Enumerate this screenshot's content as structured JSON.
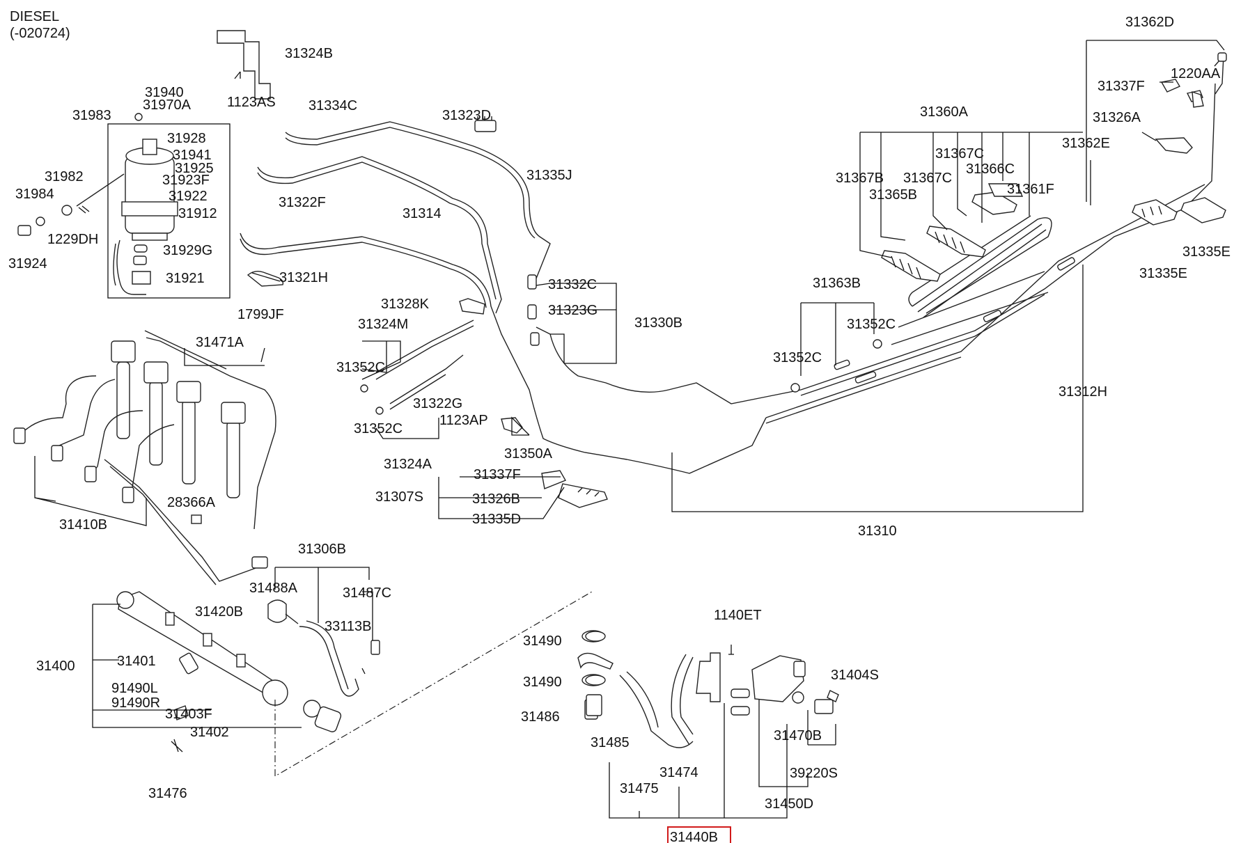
{
  "header": {
    "line1": "DIESEL",
    "line2": "(-020724)"
  },
  "highlight_part": "31440B",
  "labels": [
    {
      "id": "p31324B",
      "text": "31324B"
    },
    {
      "id": "p1123AS",
      "text": "1123AS"
    },
    {
      "id": "p31940",
      "text": "31940"
    },
    {
      "id": "p31970A",
      "text": "31970A"
    },
    {
      "id": "p31983",
      "text": "31983"
    },
    {
      "id": "p31928",
      "text": "31928"
    },
    {
      "id": "p31941",
      "text": "31941"
    },
    {
      "id": "p31925",
      "text": "31925"
    },
    {
      "id": "p31923F",
      "text": "31923F"
    },
    {
      "id": "p31922",
      "text": "31922"
    },
    {
      "id": "p31912",
      "text": "31912"
    },
    {
      "id": "p31982",
      "text": "31982"
    },
    {
      "id": "p31984",
      "text": "31984"
    },
    {
      "id": "p1229DH",
      "text": "1229DH"
    },
    {
      "id": "p31924",
      "text": "31924"
    },
    {
      "id": "p31929G",
      "text": "31929G"
    },
    {
      "id": "p31921",
      "text": "31921"
    },
    {
      "id": "p31334C",
      "text": "31334C"
    },
    {
      "id": "p31323D",
      "text": "31323D"
    },
    {
      "id": "p31335J",
      "text": "31335J"
    },
    {
      "id": "p31322F",
      "text": "31322F"
    },
    {
      "id": "p31314",
      "text": "31314"
    },
    {
      "id": "p31321H",
      "text": "31321H"
    },
    {
      "id": "p1799JF",
      "text": "1799JF"
    },
    {
      "id": "p31332C",
      "text": "31332C"
    },
    {
      "id": "p31328K",
      "text": "31328K"
    },
    {
      "id": "p31323G",
      "text": "31323G"
    },
    {
      "id": "p31330B",
      "text": "31330B"
    },
    {
      "id": "p31324M",
      "text": "31324M"
    },
    {
      "id": "p31352C_a",
      "text": "31352C"
    },
    {
      "id": "p31322G",
      "text": "31322G"
    },
    {
      "id": "p1123AP",
      "text": "1123AP"
    },
    {
      "id": "p31352C_b",
      "text": "31352C"
    },
    {
      "id": "p31350A",
      "text": "31350A"
    },
    {
      "id": "p31324A",
      "text": "31324A"
    },
    {
      "id": "p31337F_a",
      "text": "31337F"
    },
    {
      "id": "p31307S",
      "text": "31307S"
    },
    {
      "id": "p31326B",
      "text": "31326B"
    },
    {
      "id": "p31335D",
      "text": "31335D"
    },
    {
      "id": "p31471A",
      "text": "31471A"
    },
    {
      "id": "p28366A",
      "text": "28366A"
    },
    {
      "id": "p31410B",
      "text": "31410B"
    },
    {
      "id": "p31420B",
      "text": "31420B"
    },
    {
      "id": "p31306B",
      "text": "31306B"
    },
    {
      "id": "p31488A",
      "text": "31488A"
    },
    {
      "id": "p31487C",
      "text": "31487C"
    },
    {
      "id": "p33113B",
      "text": "33113B"
    },
    {
      "id": "p31400",
      "text": "31400"
    },
    {
      "id": "p31401",
      "text": "31401"
    },
    {
      "id": "p91490L",
      "text": "91490L"
    },
    {
      "id": "p91490R",
      "text": "91490R"
    },
    {
      "id": "p31403F",
      "text": "31403F"
    },
    {
      "id": "p31402",
      "text": "31402"
    },
    {
      "id": "p31476",
      "text": "31476"
    },
    {
      "id": "p31490_a",
      "text": "31490"
    },
    {
      "id": "p31490_b",
      "text": "31490"
    },
    {
      "id": "p31486",
      "text": "31486"
    },
    {
      "id": "p31485",
      "text": "31485"
    },
    {
      "id": "p31475",
      "text": "31475"
    },
    {
      "id": "p31474",
      "text": "31474"
    },
    {
      "id": "p1140ET",
      "text": "1140ET"
    },
    {
      "id": "p31404S",
      "text": "31404S"
    },
    {
      "id": "p31470B",
      "text": "31470B"
    },
    {
      "id": "p39220S",
      "text": "39220S"
    },
    {
      "id": "p31450D",
      "text": "31450D"
    },
    {
      "id": "p31440B",
      "text": "31440B"
    },
    {
      "id": "p31362D",
      "text": "31362D"
    },
    {
      "id": "p1220AA",
      "text": "1220AA"
    },
    {
      "id": "p31337F_b",
      "text": "31337F"
    },
    {
      "id": "p31326A",
      "text": "31326A"
    },
    {
      "id": "p31362E",
      "text": "31362E"
    },
    {
      "id": "p31360A",
      "text": "31360A"
    },
    {
      "id": "p31367C_a",
      "text": "31367C"
    },
    {
      "id": "p31367B",
      "text": "31367B"
    },
    {
      "id": "p31367C_b",
      "text": "31367C"
    },
    {
      "id": "p31366C",
      "text": "31366C"
    },
    {
      "id": "p31365B",
      "text": "31365B"
    },
    {
      "id": "p31361F",
      "text": "31361F"
    },
    {
      "id": "p31335E_a",
      "text": "31335E"
    },
    {
      "id": "p31335E_b",
      "text": "31335E"
    },
    {
      "id": "p31363B",
      "text": "31363B"
    },
    {
      "id": "p31352C_c",
      "text": "31352C"
    },
    {
      "id": "p31352C_d",
      "text": "31352C"
    },
    {
      "id": "p31312H",
      "text": "31312H"
    },
    {
      "id": "p31310",
      "text": "31310"
    }
  ]
}
